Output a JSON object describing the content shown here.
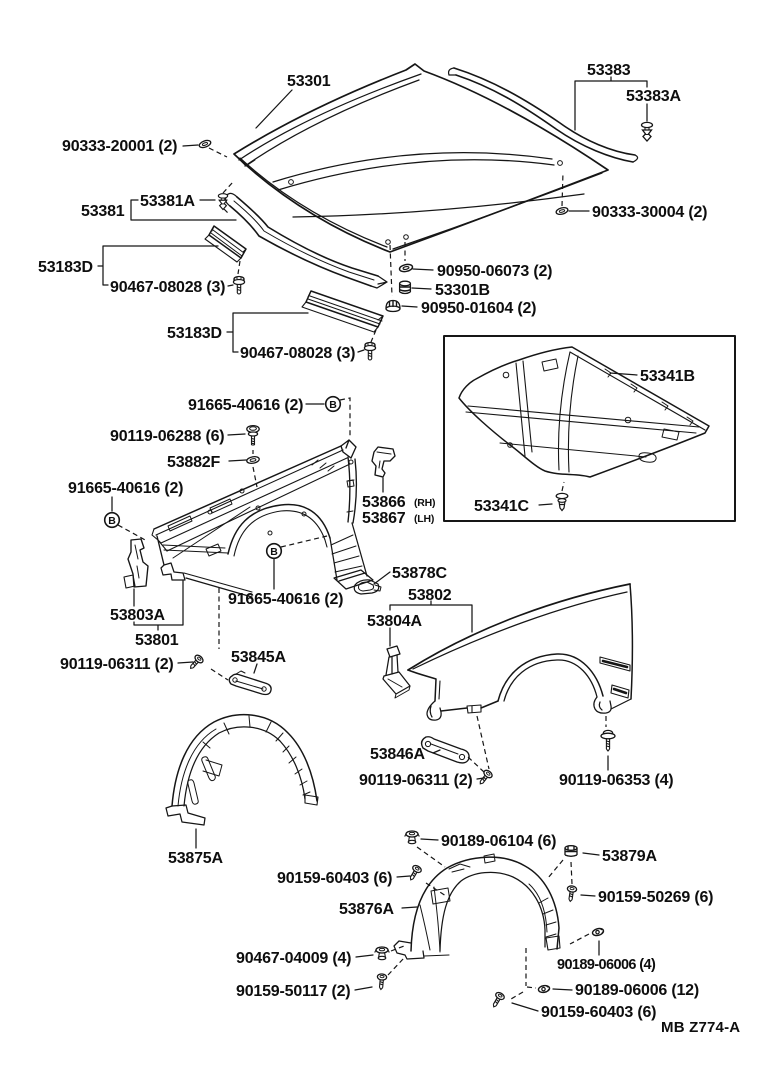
{
  "page": {
    "background": "#ffffff",
    "ink": "#161616"
  },
  "figure_code": "MB Z774-A",
  "labels": [
    {
      "part": "53301",
      "text": "53301"
    },
    {
      "part": "53383",
      "text": "53383"
    },
    {
      "part": "53383A",
      "text": "53383A"
    },
    {
      "part": "90333-20001",
      "text": "90333-20001 (2)"
    },
    {
      "part": "53381A",
      "text": "53381A"
    },
    {
      "part": "53381",
      "text": "53381"
    },
    {
      "part": "90333-30004",
      "text": "90333-30004 (2)"
    },
    {
      "part": "53183D-1",
      "text": "53183D"
    },
    {
      "part": "90467-08028-1",
      "text": "90467-08028 (3)"
    },
    {
      "part": "90950-06073",
      "text": "90950-06073 (2)"
    },
    {
      "part": "53301B",
      "text": "53301B"
    },
    {
      "part": "90950-01604",
      "text": "90950-01604 (2)"
    },
    {
      "part": "53183D-2",
      "text": "53183D"
    },
    {
      "part": "90467-08028-2",
      "text": "90467-08028 (3)"
    },
    {
      "part": "53341B",
      "text": "53341B"
    },
    {
      "part": "91665-40616-1",
      "text": "91665-40616 (2)"
    },
    {
      "part": "90119-06288",
      "text": "90119-06288 (6)"
    },
    {
      "part": "53882F",
      "text": "53882F"
    },
    {
      "part": "91665-40616-2",
      "text": "91665-40616 (2)"
    },
    {
      "part": "53866",
      "text": "53866"
    },
    {
      "part": "53866-rh",
      "text": "(RH)"
    },
    {
      "part": "53867",
      "text": "53867"
    },
    {
      "part": "53867-lh",
      "text": "(LH)"
    },
    {
      "part": "53341C",
      "text": "53341C"
    },
    {
      "part": "53878C",
      "text": "53878C"
    },
    {
      "part": "53802",
      "text": "53802"
    },
    {
      "part": "53804A",
      "text": "53804A"
    },
    {
      "part": "53803A",
      "text": "53803A"
    },
    {
      "part": "53801",
      "text": "53801"
    },
    {
      "part": "90119-06311-1",
      "text": "90119-06311 (2)"
    },
    {
      "part": "53845A",
      "text": "53845A"
    },
    {
      "part": "91665-40616-3",
      "text": "91665-40616 (2)"
    },
    {
      "part": "53846A",
      "text": "53846A"
    },
    {
      "part": "90119-06311-2",
      "text": "90119-06311 (2)"
    },
    {
      "part": "90119-06353",
      "text": "90119-06353 (4)"
    },
    {
      "part": "53875A",
      "text": "53875A"
    },
    {
      "part": "90189-06104",
      "text": "90189-06104 (6)"
    },
    {
      "part": "90159-60403-1",
      "text": "90159-60403 (6)"
    },
    {
      "part": "53879A",
      "text": "53879A"
    },
    {
      "part": "90159-50269",
      "text": "90159-50269 (6)"
    },
    {
      "part": "53876A",
      "text": "53876A"
    },
    {
      "part": "90467-04009",
      "text": "90467-04009 (4)"
    },
    {
      "part": "90159-50117",
      "text": "90159-50117 (2)"
    },
    {
      "part": "90189-06006-4",
      "text": "90189-06006 (4)"
    },
    {
      "part": "90189-06006-12",
      "text": "90189-06006 (12)"
    },
    {
      "part": "90159-60403-2",
      "text": "90159-60403 (6)"
    },
    {
      "part": "figure-code",
      "text": "MB Z774-A"
    },
    {
      "part": "marker-b1",
      "text": "B"
    },
    {
      "part": "marker-b2",
      "text": "B"
    },
    {
      "part": "marker-b3",
      "text": "B"
    }
  ]
}
